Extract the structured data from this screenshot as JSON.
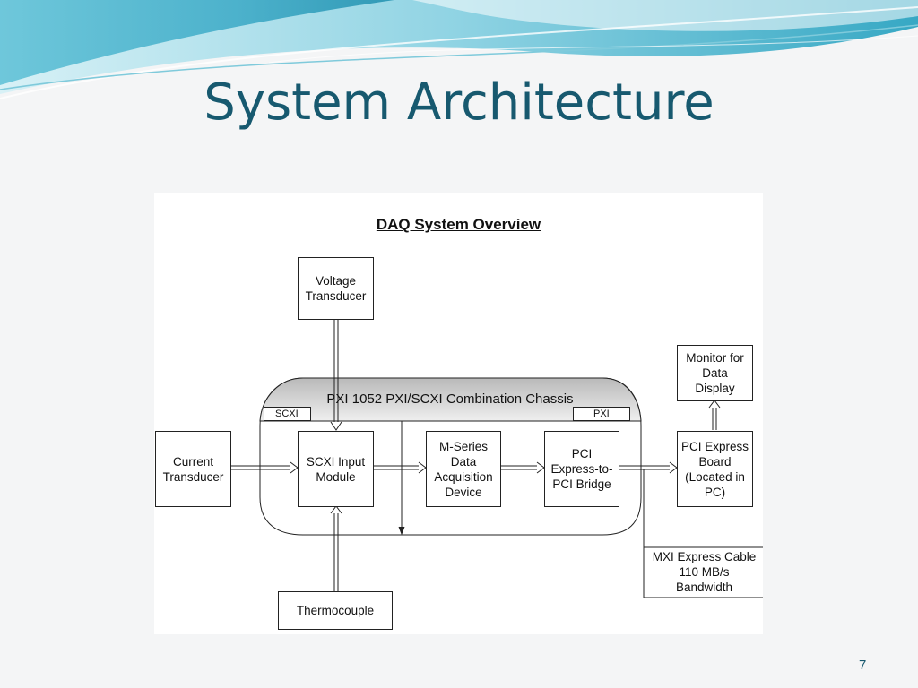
{
  "slide": {
    "title": "System Architecture",
    "page_number": "7"
  },
  "diagram": {
    "title": "DAQ System Overview",
    "chassis_label": "PXI 1052 PXI/SCXI Combination Chassis",
    "scxi_tag": "SCXI",
    "pxi_tag": "PXI",
    "blocks": {
      "voltage_transducer": "Voltage\nTransducer",
      "current_transducer": "Current\nTransducer",
      "scxi_input_module": "SCXI Input\nModule",
      "m_series_daq": "M-Series\nData\nAcquisition\nDevice",
      "pci_bridge": "PCI\nExpress-to-\nPCI Bridge",
      "pci_express_board": "PCI Express\nBoard\n(Located in\nPC)",
      "monitor": "Monitor for\nData\nDisplay",
      "thermocouple": "Thermocouple"
    },
    "cable_label": "MXI Express Cable\n110 MB/s\nBandwidth"
  },
  "colors": {
    "title": "#17596f",
    "banner_light": "#b6e3ee",
    "banner_mid": "#5fc1d6",
    "banner_dark": "#2a9cb8",
    "chassis_top": "#c8c8c8"
  }
}
